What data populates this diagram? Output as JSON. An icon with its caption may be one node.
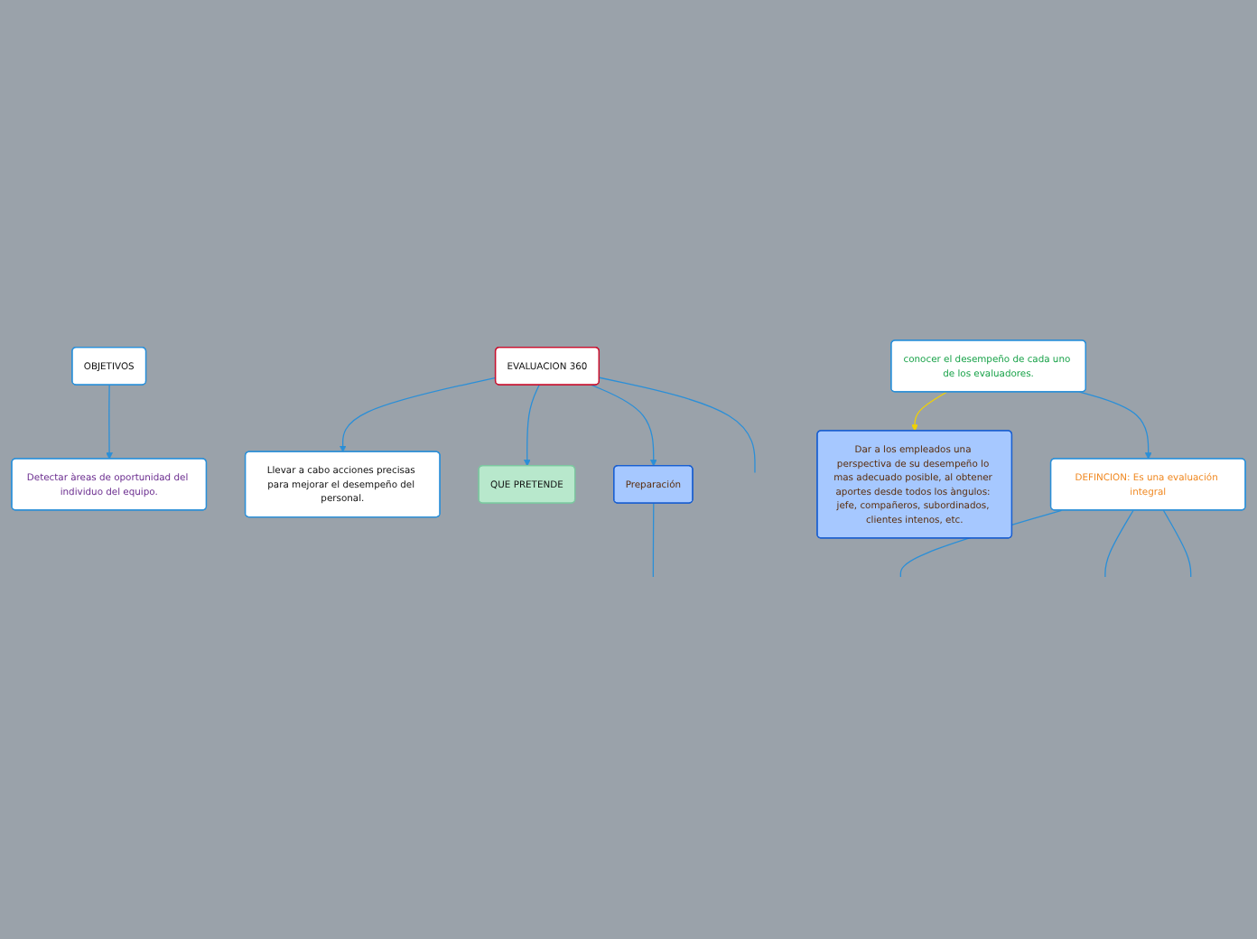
{
  "diagram": {
    "nodes": [
      {
        "text": [
          "EVALUACION 360"
        ]
      },
      {
        "text": [
          "Llevar a cabo acciones precisas para mejorar el desempeño del personal."
        ]
      },
      {
        "text": [
          "OBJETIVOS"
        ]
      },
      {
        "text": [
          "Detectar àreas de oportunidad del individuo del equipo."
        ]
      },
      {
        "text": [
          "conocer el desempeño de cada uno de los evaluadores."
        ]
      },
      {
        "text": [
          "QUE PRETENDE"
        ]
      },
      {
        "text": [
          "Dar a los empleados una perspectiva de su desempeño lo mas adecuado posible, al obtener aportes desde todos los àngulos: jefe, compañeros, subordinados, clientes intenos, etc."
        ]
      },
      {
        "text": [
          "Preparación"
        ]
      },
      {
        "text": [
          "DEFINCION: Es una evaluación integral"
        ]
      }
    ],
    "edges": [
      {
        "from": 0,
        "to": 1,
        "arrow": "to"
      },
      {
        "from": 0,
        "to": 5,
        "arrow": "to"
      },
      {
        "from": 0,
        "to": 7,
        "arrow": "to"
      },
      {
        "from": 0,
        "to": null,
        "arrow": "none"
      },
      {
        "from": 2,
        "to": 3,
        "arrow": "to"
      },
      {
        "from": 4,
        "to": 6,
        "arrow": "to",
        "color": "#f2d200"
      },
      {
        "from": 4,
        "to": 8,
        "arrow": "to"
      },
      {
        "from": 7,
        "to": null,
        "arrow": "none"
      },
      {
        "from": 8,
        "to": null,
        "arrow": "none"
      },
      {
        "from": 8,
        "to": null,
        "arrow": "none"
      },
      {
        "from": 8,
        "to": null,
        "arrow": "none"
      }
    ]
  }
}
